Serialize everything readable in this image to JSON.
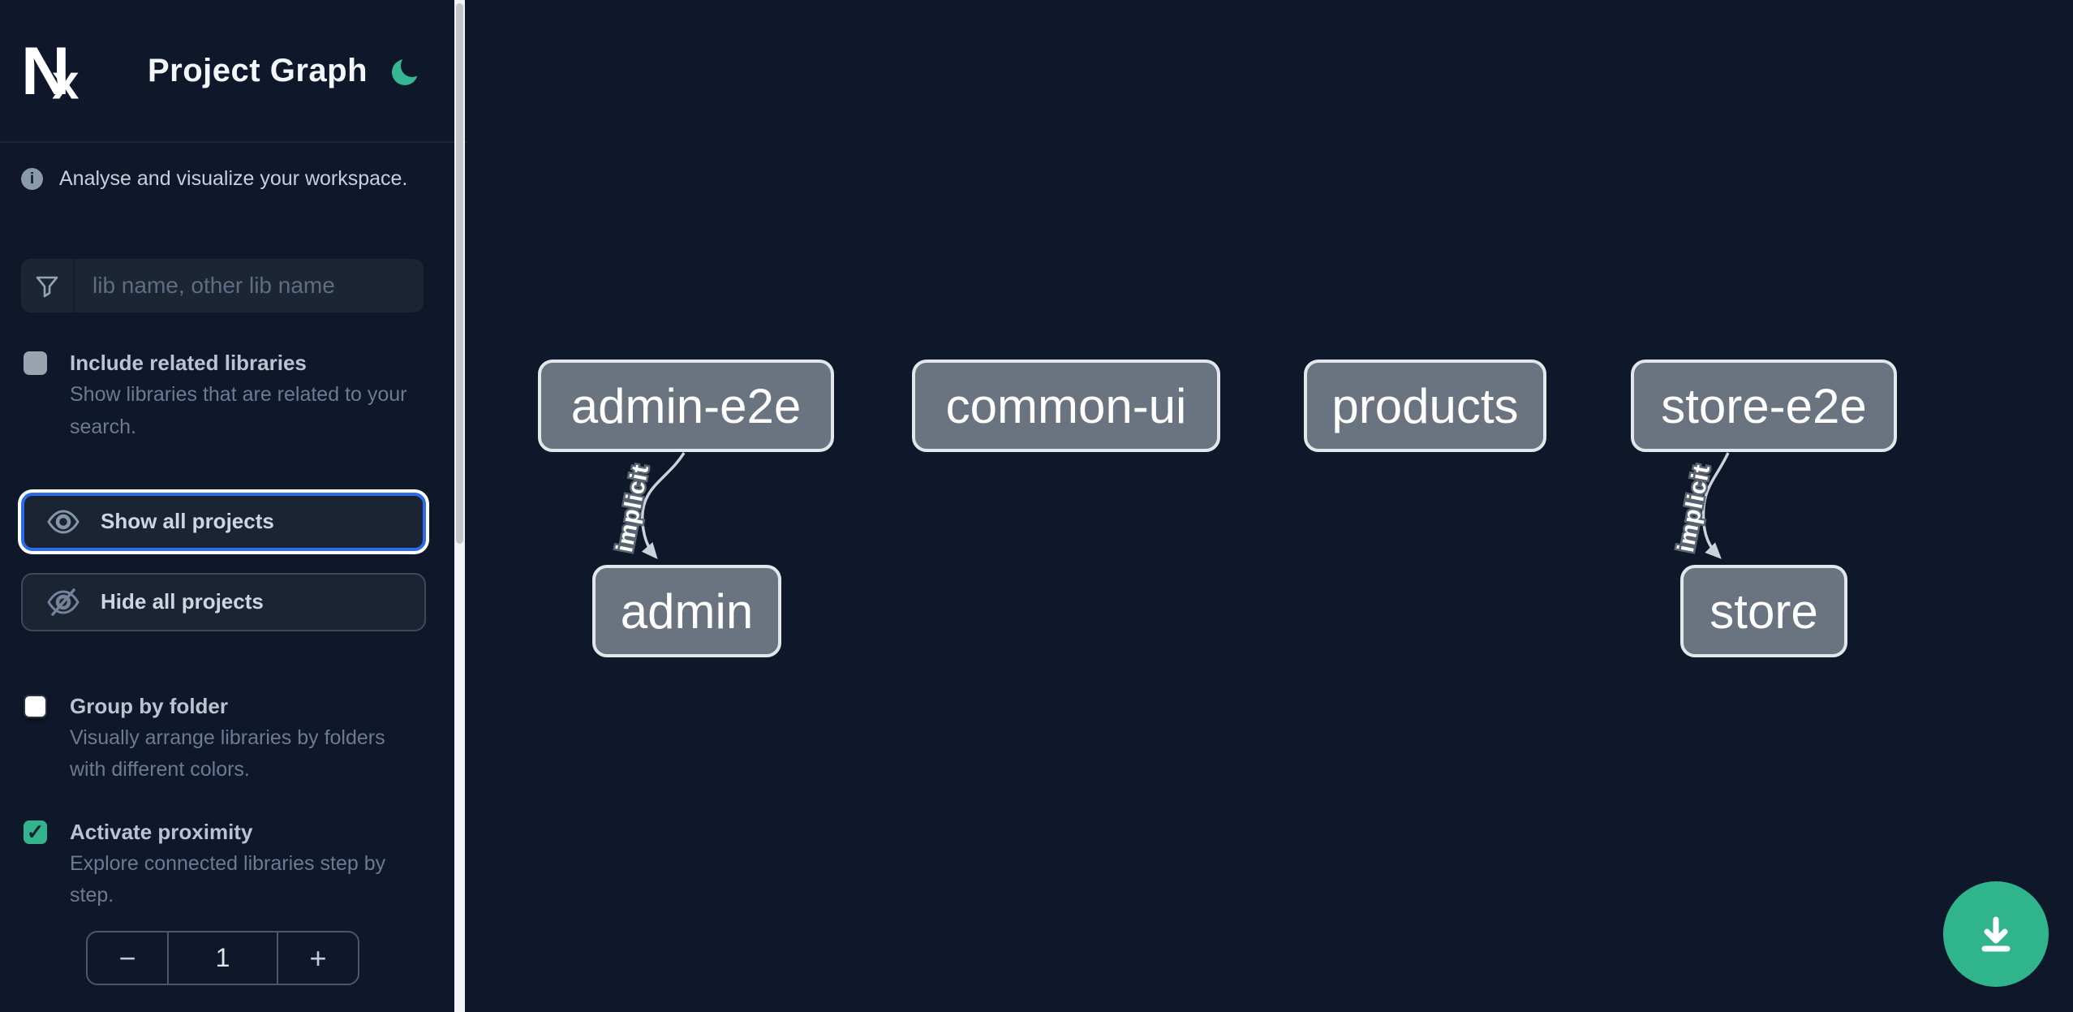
{
  "app": {
    "title": "Project Graph"
  },
  "icons": {
    "logo": "nx-logo",
    "theme": "moon-icon",
    "info": "info-icon",
    "search": "funnel-icon",
    "show": "eye-icon",
    "hide": "eye-off-icon",
    "download": "download-icon"
  },
  "colors": {
    "background": "#0f172a",
    "accent_green": "#34b48c",
    "focus_blue": "#2c6bea",
    "node_fill": "#6a7380",
    "node_border": "#e3e7eb",
    "edge": "#ccd2d9"
  },
  "sidebar": {
    "info_text": "Analyse and visualize your workspace.",
    "search": {
      "placeholder": "lib name, other lib name",
      "value": ""
    },
    "toggles": [
      {
        "label": "Include related libraries",
        "description": "Show libraries that are related to your search.",
        "checked": false
      },
      {
        "label": "Group by folder",
        "description": "Visually arrange libraries by folders with different colors.",
        "checked": false
      },
      {
        "label": "Activate proximity",
        "description": "Explore connected libraries step by step.",
        "checked": true
      }
    ],
    "actions": [
      {
        "label": "Show all projects",
        "focused": true
      },
      {
        "label": "Hide all projects",
        "focused": false
      }
    ],
    "proximity_stepper": {
      "decrement_label": "−",
      "value": "1",
      "increment_label": "+"
    }
  },
  "graph": {
    "nodes": [
      {
        "id": "admin-e2e"
      },
      {
        "id": "common-ui"
      },
      {
        "id": "products"
      },
      {
        "id": "store-e2e"
      },
      {
        "id": "admin"
      },
      {
        "id": "store"
      }
    ],
    "edges": [
      {
        "source": "admin-e2e",
        "target": "admin",
        "label": "implicit"
      },
      {
        "source": "store-e2e",
        "target": "store",
        "label": "implicit"
      }
    ]
  }
}
